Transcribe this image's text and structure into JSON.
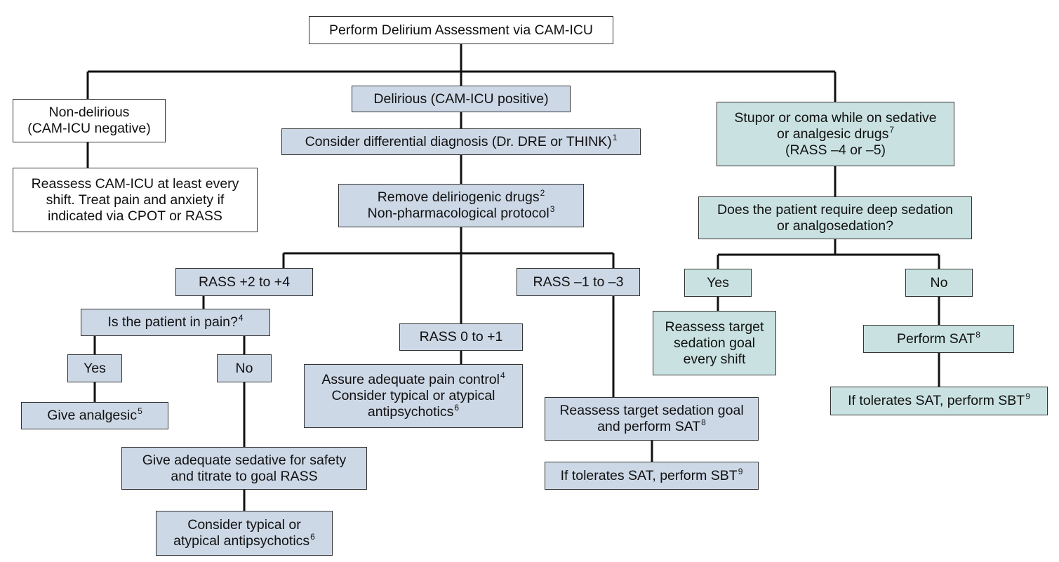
{
  "nodes": {
    "start": {
      "lines": [
        "Perform Delirium Assessment via CAM-ICU"
      ]
    },
    "nondelirious": {
      "lines": [
        "Non-delirious",
        "(CAM-ICU negative)"
      ]
    },
    "reassess_camicu": {
      "lines": [
        "Reassess CAM-ICU at least every",
        "shift. Treat pain and anxiety if",
        "indicated via CPOT or RASS"
      ]
    },
    "delirious": {
      "lines": [
        "Delirious (CAM-ICU positive)"
      ]
    },
    "differential": {
      "lines": [
        "Consider differential diagnosis (Dr. DRE or THINK)"
      ],
      "sup": "1"
    },
    "remove_drugs": {
      "lines": [
        "Remove deliriogenic drugs",
        "Non-pharmacological protocol"
      ],
      "sups": [
        "2",
        "3"
      ]
    },
    "rass_2_4": {
      "lines": [
        "RASS +2 to +4"
      ]
    },
    "pain_q": {
      "lines": [
        "Is the patient in pain?"
      ],
      "sup": "4"
    },
    "pain_yes": {
      "lines": [
        "Yes"
      ]
    },
    "pain_no": {
      "lines": [
        "No"
      ]
    },
    "give_analgesic": {
      "lines": [
        "Give analgesic"
      ],
      "sup": "5"
    },
    "give_sedative": {
      "lines": [
        "Give adequate sedative for safety",
        "and titrate to goal RASS"
      ]
    },
    "consider_anti": {
      "lines": [
        "Consider typical or",
        "atypical antipsychotics"
      ],
      "sup": "6"
    },
    "rass_0_1": {
      "lines": [
        "RASS 0 to +1"
      ]
    },
    "assure_pain": {
      "lines": [
        "Assure adequate pain control",
        "Consider typical or atypical",
        "antipsychotics"
      ],
      "sups": [
        "4",
        "",
        "6"
      ]
    },
    "rass_m1_m3": {
      "lines": [
        "RASS –1 to –3"
      ]
    },
    "reassess_sat": {
      "lines": [
        "Reassess target sedation goal",
        "and perform SAT"
      ],
      "sups": [
        "",
        "8"
      ]
    },
    "tolerates_mid": {
      "lines": [
        "If tolerates SAT, perform SBT"
      ],
      "sup": "9"
    },
    "stupor": {
      "lines": [
        "Stupor or coma while on sedative",
        "or analgesic drugs",
        "(RASS –4 or –5)"
      ],
      "sups": [
        "",
        "7",
        ""
      ]
    },
    "deep_q": {
      "lines": [
        "Does the patient require deep sedation",
        "or analgosedation?"
      ]
    },
    "deep_yes": {
      "lines": [
        "Yes"
      ]
    },
    "deep_no": {
      "lines": [
        "No"
      ]
    },
    "reassess_goal": {
      "lines": [
        "Reassess target",
        "sedation goal",
        "every shift"
      ]
    },
    "perform_sat": {
      "lines": [
        "Perform SAT"
      ],
      "sup": "8"
    },
    "tolerates_right": {
      "lines": [
        "If tolerates SAT, perform SBT"
      ],
      "sup": "9"
    }
  },
  "colors": {
    "white": "#ffffff",
    "blue": "#cdd8e6",
    "teal": "#c9e2e1",
    "line": "#111111"
  }
}
